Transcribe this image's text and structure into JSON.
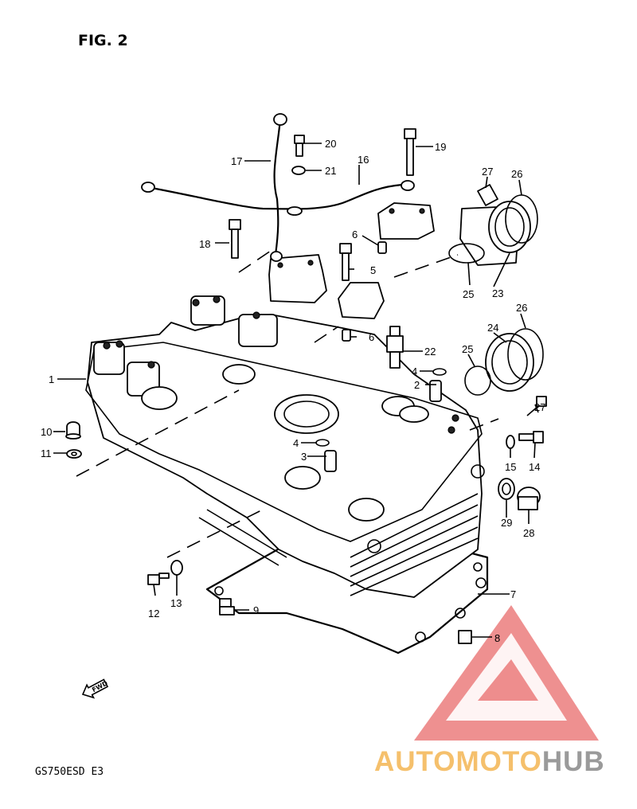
{
  "figure": {
    "title": "FIG. 2",
    "model_code": "GS750ESD E3",
    "fwd_label": "FWD"
  },
  "watermark": {
    "brand_prefix": "AUTOMOTO",
    "brand_suffix": "HUB",
    "colors": {
      "triangle": "#e86b6b",
      "prefix": "#f5c06c",
      "suffix": "#9a9a9a"
    }
  },
  "callouts": {
    "c1": "1",
    "c2": "2",
    "c3": "3",
    "c4a": "4",
    "c4b": "4",
    "c5": "5",
    "c6a": "6",
    "c6b": "6",
    "c7": "7",
    "c8": "8",
    "c9": "9",
    "c10": "10",
    "c11": "11",
    "c12": "12",
    "c13": "13",
    "c14": "14",
    "c15": "15",
    "c16": "16",
    "c17": "17",
    "c18": "18",
    "c19": "19",
    "c20": "20",
    "c21": "21",
    "c22": "22",
    "c23": "23",
    "c24": "24",
    "c25a": "25",
    "c25b": "25",
    "c26a": "26",
    "c26b": "26",
    "c27a": "27",
    "c27b": "27",
    "c28": "28",
    "c29": "29"
  }
}
